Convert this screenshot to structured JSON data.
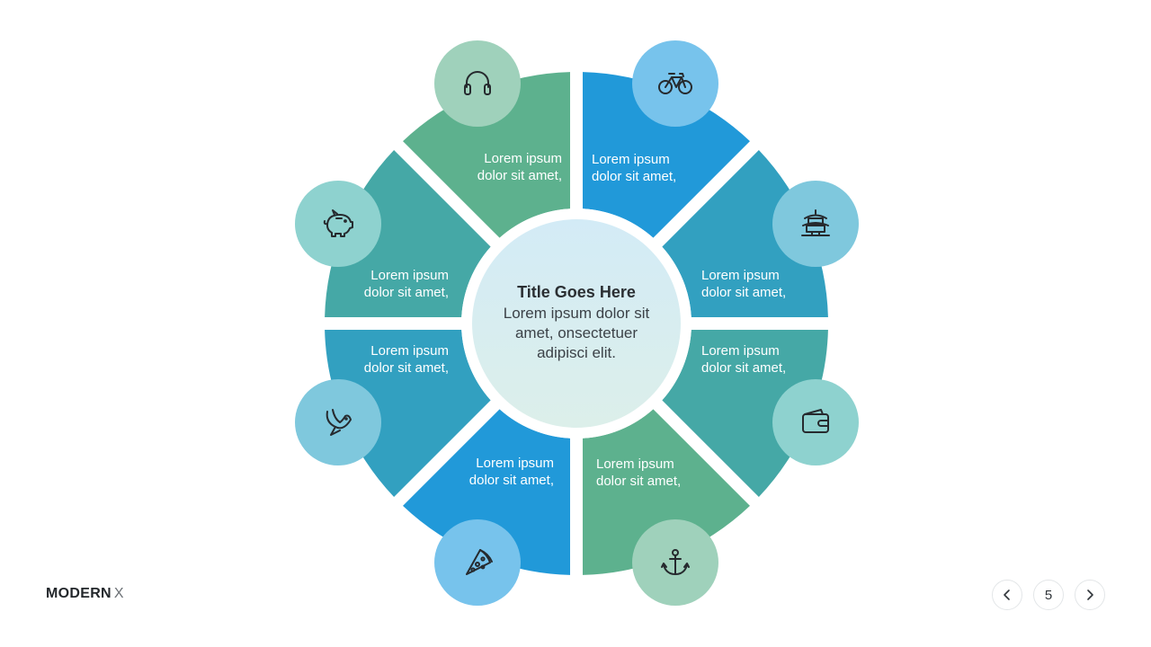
{
  "diagram": {
    "center": {
      "title": "Title Goes Here",
      "body_lines": [
        "Lorem ipsum dolor sit",
        "amet, onsectetuer",
        "adipisci elit."
      ]
    },
    "segments": [
      {
        "id": "top-left",
        "line1": "Lorem ipsum",
        "line2": "dolor sit amet,",
        "color": "#5db18e",
        "icon": "headphones-icon",
        "icon_bg": "#9fd1bb"
      },
      {
        "id": "top-right",
        "line1": "Lorem ipsum",
        "line2": "dolor sit amet,",
        "color": "#2199d9",
        "icon": "bicycle-icon",
        "icon_bg": "#77c3ec"
      },
      {
        "id": "right-upper",
        "line1": "Lorem ipsum",
        "line2": "dolor sit amet,",
        "color": "#32a0c0",
        "icon": "pagoda-icon",
        "icon_bg": "#7fc8dd"
      },
      {
        "id": "right-lower",
        "line1": "Lorem ipsum",
        "line2": "dolor sit amet,",
        "color": "#45a8a6",
        "icon": "wallet-icon",
        "icon_bg": "#8ed2cf"
      },
      {
        "id": "bottom-right",
        "line1": "Lorem ipsum",
        "line2": "dolor sit amet,",
        "color": "#5db18e",
        "icon": "anchor-icon",
        "icon_bg": "#9fd1bb"
      },
      {
        "id": "bottom-left",
        "line1": "Lorem ipsum",
        "line2": "dolor sit amet,",
        "color": "#2199d9",
        "icon": "pizza-slice-icon",
        "icon_bg": "#77c3ec"
      },
      {
        "id": "left-lower",
        "line1": "Lorem ipsum",
        "line2": "dolor sit amet,",
        "color": "#32a0c0",
        "icon": "dove-icon",
        "icon_bg": "#7fc8dd"
      },
      {
        "id": "left-upper",
        "line1": "Lorem ipsum",
        "line2": "dolor sit amet,",
        "color": "#45a8a6",
        "icon": "piggy-bank-icon",
        "icon_bg": "#8ed2cf"
      }
    ],
    "center_fill_top": "#d3ebf6",
    "center_fill_bottom": "#dcefea"
  },
  "footer": {
    "brand_bold": "MODERN",
    "brand_light": "X",
    "page_number": "5"
  }
}
